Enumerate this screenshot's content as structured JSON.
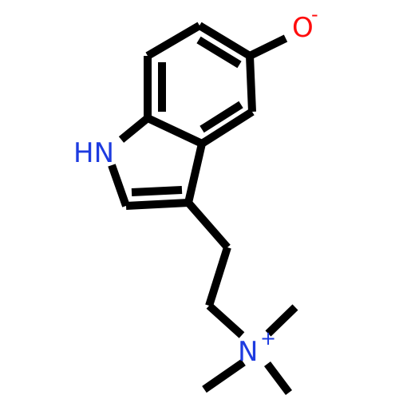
{
  "molecule": {
    "atoms": {
      "oxygen": {
        "symbol": "O",
        "charge": "-",
        "color": "#ff0d0d"
      },
      "indole_nh": {
        "symbol": "HN",
        "color": "#1d3be0"
      },
      "ammonium_n": {
        "symbol": "N",
        "charge": "+",
        "color": "#1d3be0"
      }
    },
    "bond_color": "#000000"
  }
}
